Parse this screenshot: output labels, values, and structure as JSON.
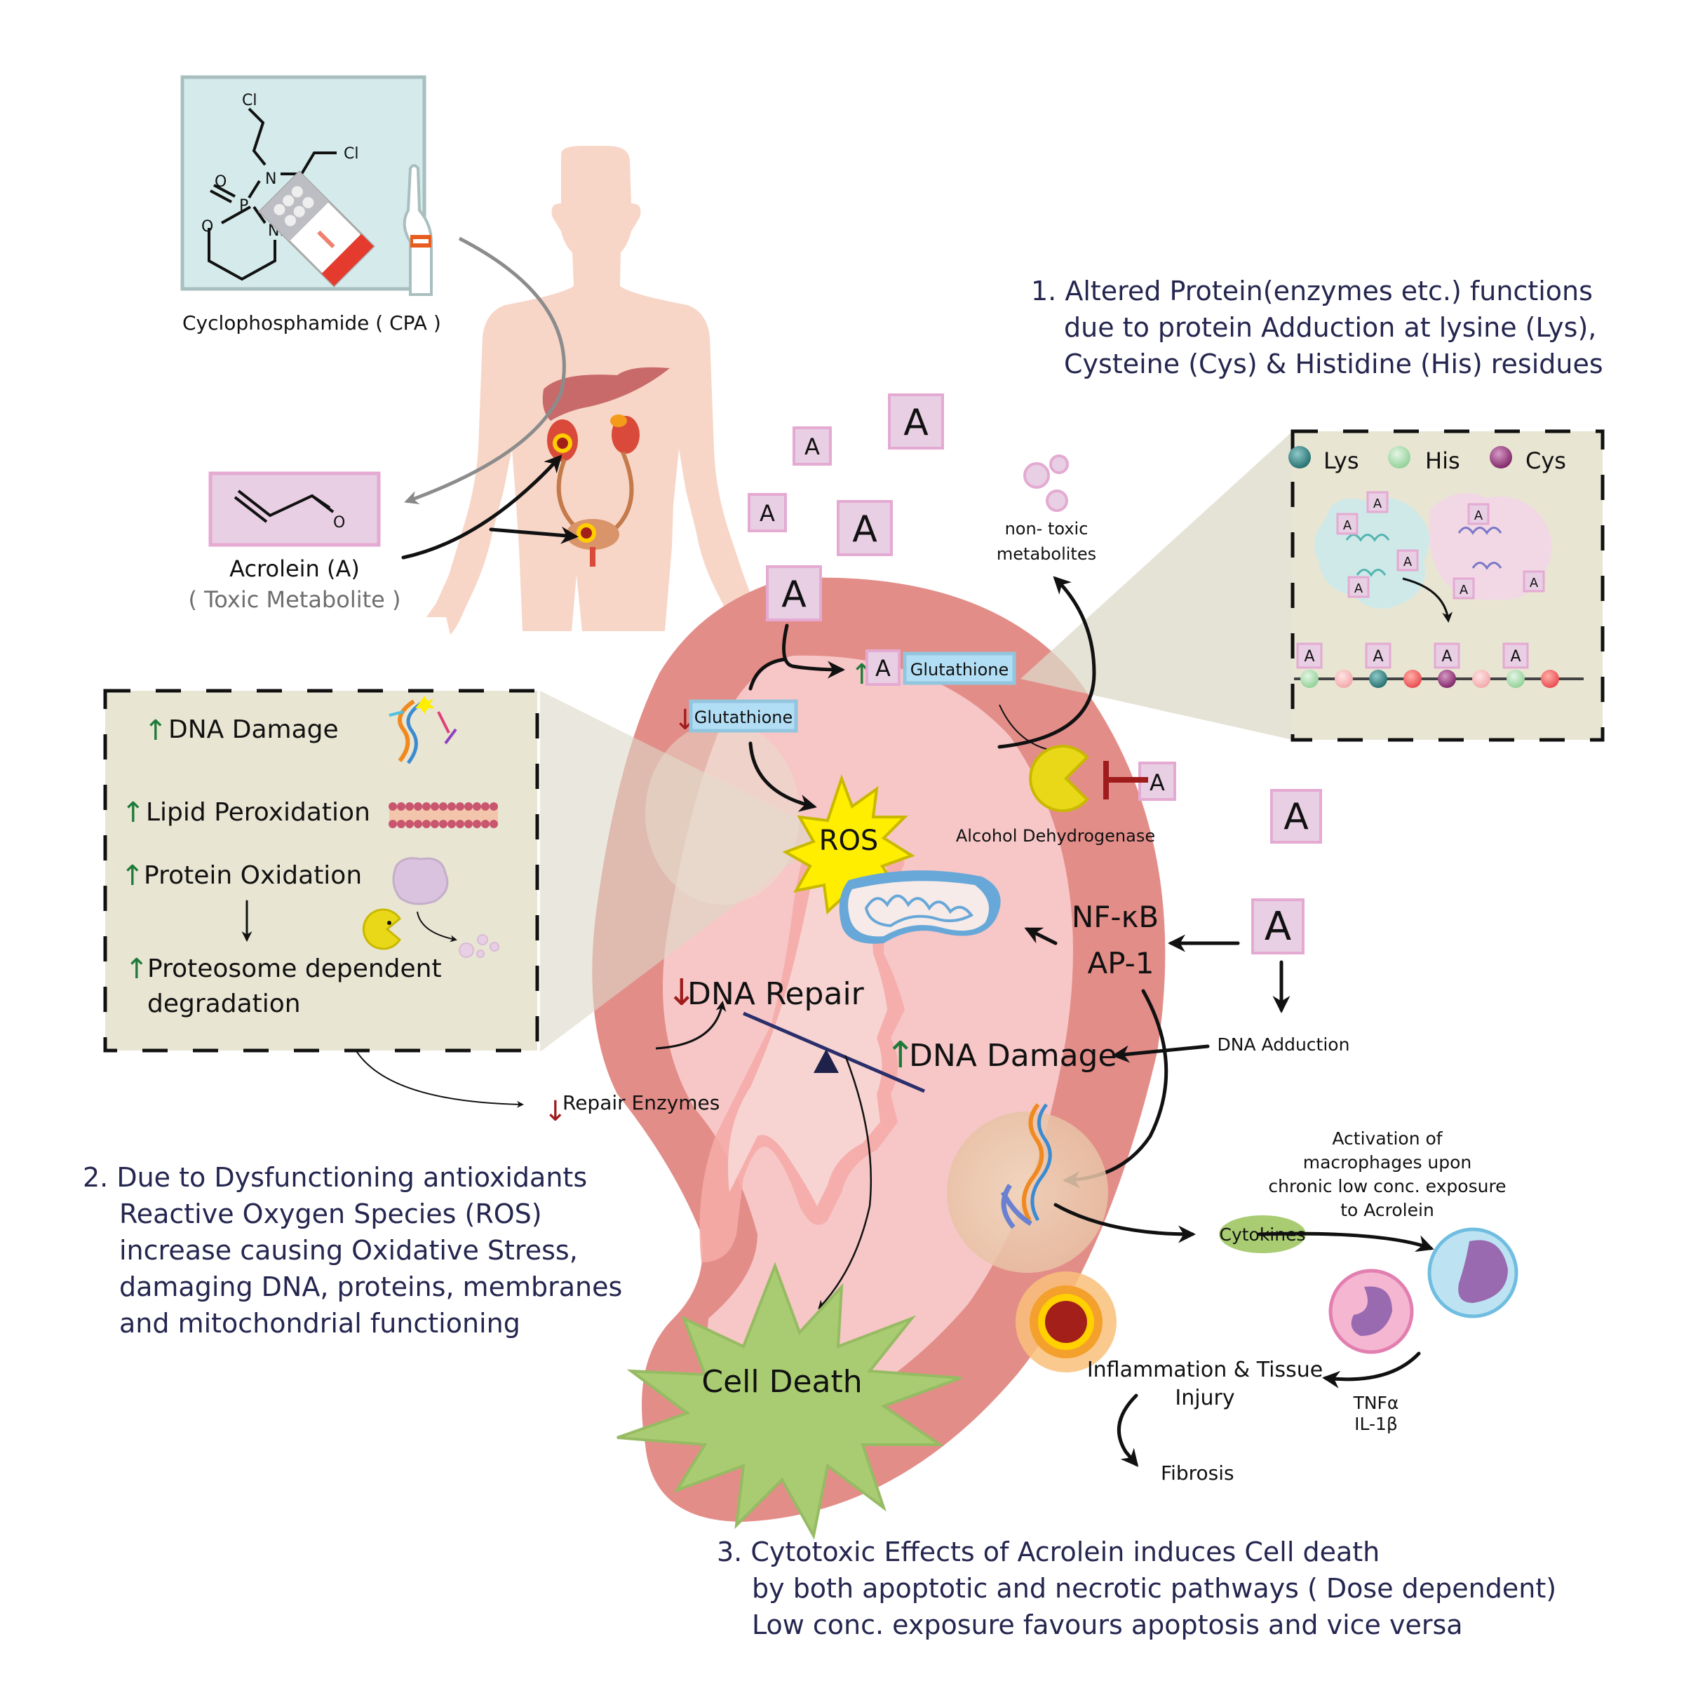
{
  "drug": {
    "label": "Cyclophosphamide ( CPA )",
    "structure_atoms": [
      "Cl",
      "Cl",
      "N",
      "O",
      "P",
      "O",
      "NH"
    ]
  },
  "metabolite": {
    "name": "Acrolein (A)",
    "subtitle": "( Toxic Metabolite )",
    "structure_atoms": [
      "O"
    ]
  },
  "adduct_symbol": "A",
  "glutathione": {
    "decreased_label": "Glutathione",
    "conjugate_adduct": "A",
    "conjugate_label": "Glutathione"
  },
  "non_toxic": {
    "line1": "non- toxic",
    "line2": "metabolites"
  },
  "enzyme": {
    "label": "Alcohol Dehydrogenase"
  },
  "point1": {
    "lines": [
      "1. Altered Protein(enzymes etc.) functions",
      "due to protein Adduction at lysine (Lys),",
      "Cysteine (Cys)  & Histidine (His) residues"
    ]
  },
  "protein_inset": {
    "legend": [
      {
        "label": "Lys",
        "color": "#1f6a6a"
      },
      {
        "label": "His",
        "color": "#9fd4a4"
      },
      {
        "label": "Cys",
        "color": "#8a2a6e"
      }
    ],
    "chain_residues": [
      "His",
      "Other",
      "Lys",
      "Other-red",
      "Cys",
      "Other",
      "His",
      "Other-red"
    ],
    "adduct_label": "A"
  },
  "oxidative_inset": {
    "items": [
      {
        "arrow": "up",
        "label": "DNA Damage"
      },
      {
        "arrow": "up",
        "label": "Lipid Peroxidation"
      },
      {
        "arrow": "up",
        "label": "Protein Oxidation"
      },
      {
        "arrow": "up",
        "label_line1": "Proteosome dependent",
        "label_line2": "degradation"
      }
    ]
  },
  "ros": {
    "label": "ROS"
  },
  "transcription": {
    "line1": "NF-κB",
    "line2": "AP-1"
  },
  "dna": {
    "repair_label": "DNA Repair",
    "damage_label": "DNA Damage",
    "adduction_label": "DNA Adduction",
    "repair_enzymes_label": "Repair Enzymes"
  },
  "cell_death": {
    "label": "Cell Death"
  },
  "immune": {
    "activation_lines": [
      "Activation of",
      "macrophages upon",
      "chronic low conc. exposure",
      "to Acrolein"
    ],
    "cytokines_label": "Cytokines",
    "mediators": [
      "TNFα",
      "IL-1β"
    ],
    "inflammation_line1": "Inflammation & Tissue",
    "inflammation_line2": "Injury",
    "fibrosis_label": "Fibrosis"
  },
  "point2": {
    "lines": [
      "2. Due to Dysfunctioning antioxidants",
      "Reactive Oxygen Species (ROS)",
      "increase causing Oxidative Stress,",
      "damaging DNA, proteins, membranes",
      "and mitochondrial functioning"
    ]
  },
  "point3": {
    "lines": [
      "3. Cytotoxic Effects of Acrolein induces Cell death",
      "by both apoptotic and necrotic pathways ( Dose dependent)",
      "Low conc. exposure favours apoptosis and vice versa"
    ]
  },
  "colors": {
    "text_navy": "#25264f",
    "kidney_outer": "#e38d89",
    "kidney_inner": "#f7c6c6",
    "adduct_fill": "#e8cfe4",
    "adduct_border": "#e4aad2",
    "glutathione_fill": "#b2def5",
    "up_arrow": "#1f7a3a",
    "down_arrow": "#a01c1c",
    "ros_yellow": "#ffee00",
    "cell_death_green": "#a9cc72",
    "inset_bg": "#e8e5d3",
    "cpa_box_bg": "#d5ebeb",
    "skin": "#f7d6c7"
  }
}
